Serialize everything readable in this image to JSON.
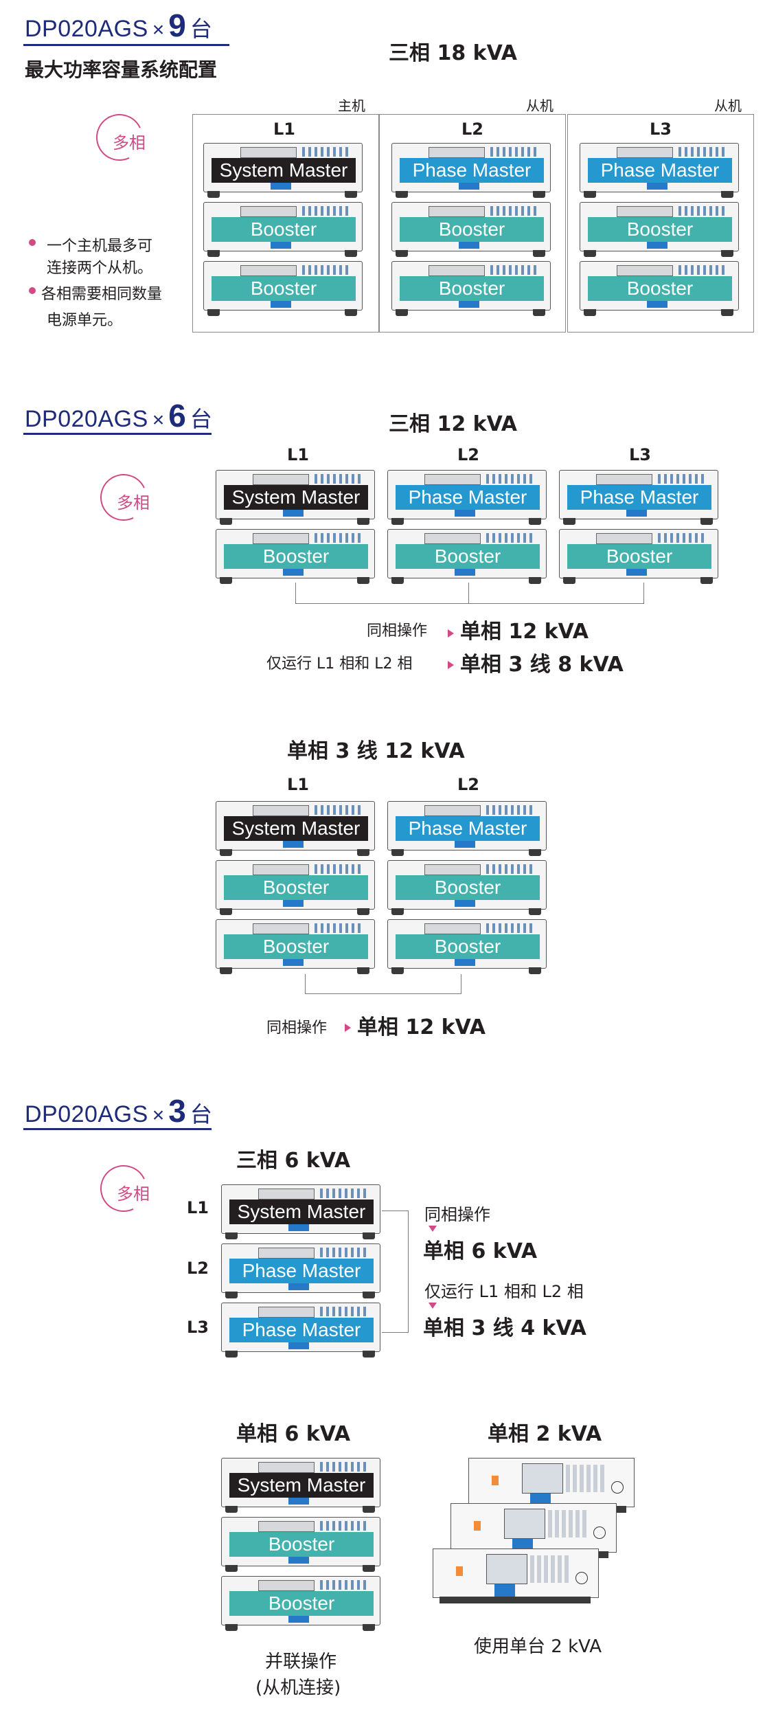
{
  "sections": {
    "s9": {
      "code": "DP020AGS",
      "times": "×",
      "num": "9",
      "unit": "台",
      "subtitle": "最大功率容量系统配置",
      "title": "三相 18 kVA"
    },
    "s6": {
      "code": "DP020AGS",
      "times": "×",
      "num": "6",
      "unit": "台",
      "title": "三相 12 kVA",
      "same_pre": "同相操作",
      "same_big": "单相 12 kVA",
      "l1l2_pre": "仅运行 L1 相和 L2 相",
      "l1l2_big": "单相 3 线 8 kVA"
    },
    "s6b": {
      "title": "单相 3 线 12 kVA",
      "same_pre": "同相操作",
      "same_big": "单相 12 kVA"
    },
    "s3": {
      "code": "DP020AGS",
      "times": "×",
      "num": "3",
      "unit": "台",
      "title": "三相 6 kVA",
      "op1": "同相操作",
      "res1": "单相 6 kVA",
      "op2": "仅运行 L1 相和 L2 相",
      "res2": "单相 3 线 4 kVA"
    },
    "s3b": {
      "title_left": "单相 6 kVA",
      "title_right": "单相 2 kVA",
      "cap_left1": "并联操作",
      "cap_left2": "(从机连接)",
      "cap_right": "使用单台 2 kVA"
    }
  },
  "common": {
    "multi": "多相",
    "master": "主机",
    "slave": "从机",
    "L1": "L1",
    "L2": "L2",
    "L3": "L3",
    "sys": "System Master",
    "phase": "Phase Master",
    "boost": "Booster",
    "note1a": "一个主机最多可",
    "note1b": "连接两个从机。",
    "note2a": "各相需要相同数量",
    "note2b": "电源单元。"
  }
}
